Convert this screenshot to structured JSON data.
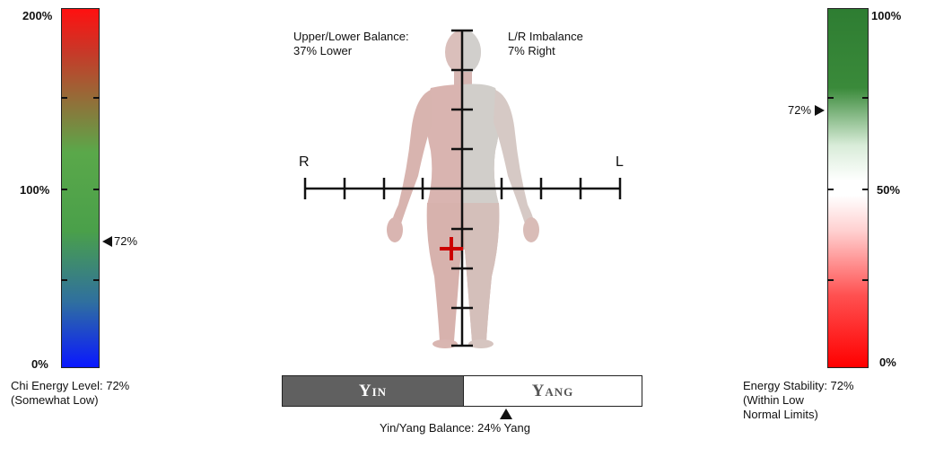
{
  "chi": {
    "label_top": "200%",
    "label_mid": "100%",
    "label_bottom": "0%",
    "marker_label": "72%",
    "marker_value_percent": 72,
    "caption_line1": "Chi Energy Level: 72%",
    "caption_line2": "(Somewhat Low)"
  },
  "stability": {
    "label_top": "100%",
    "label_mid": "50%",
    "label_bottom": "0%",
    "marker_label": "72%",
    "marker_value_percent": 72,
    "caption_line1": "Energy Stability: 72%",
    "caption_line2": "(Within Low",
    "caption_line3": "Normal Limits)"
  },
  "balance": {
    "upper_lower_title": "Upper/Lower Balance:",
    "upper_lower_value": "37% Lower",
    "lr_title": "L/R Imbalance",
    "lr_value": "7%  Right",
    "axis_left": "R",
    "axis_right": "L"
  },
  "yinyang": {
    "yin_label": "Yin",
    "yang_label": "Yang",
    "caption": "Yin/Yang Balance: 24% Yang",
    "yang_percent": 24
  },
  "colors": {
    "chi_top": "#ff1010",
    "chi_mid": "#4aa04a",
    "chi_bottom": "#0a18ff",
    "stability_top": "#2e7d32",
    "stability_bottom": "#ff0000",
    "center_marker": "#cc0000",
    "yin_fill": "#606060"
  }
}
